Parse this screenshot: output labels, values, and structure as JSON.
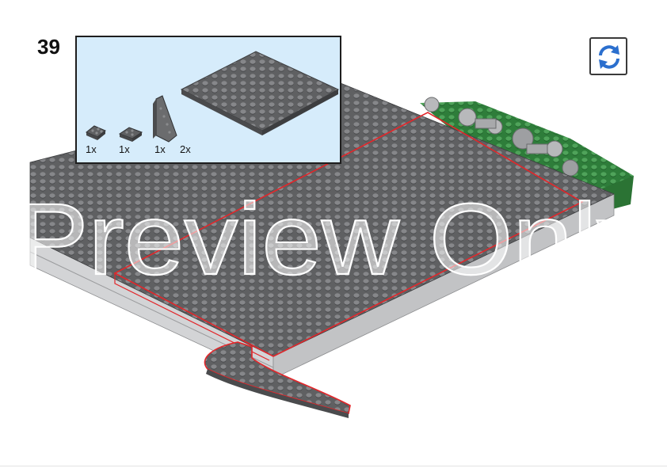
{
  "step": {
    "number": "39"
  },
  "parts": [
    {
      "qty": "1x",
      "icon": "plate-2x2-icon"
    },
    {
      "qty": "1x",
      "icon": "wedge-plate-icon"
    },
    {
      "qty": "1x",
      "icon": "slope-brick-icon"
    },
    {
      "qty": "2x",
      "icon": "plate-16x16-icon"
    }
  ],
  "rotate_button": {
    "icon": "rotate-arrows-icon"
  },
  "watermark": {
    "text": "Preview Only"
  },
  "colors": {
    "callout_bg": "#d6ecfb",
    "plate_gray": "#5f6062",
    "light_gray": "#c8c9cb",
    "green": "#2e7d3a",
    "highlight_red": "#e3262a",
    "rotate_blue": "#2b6fce"
  }
}
